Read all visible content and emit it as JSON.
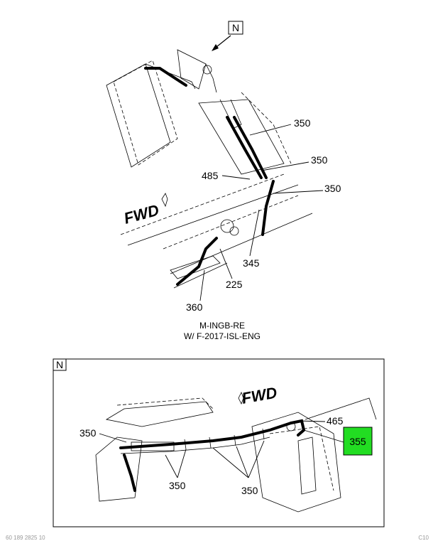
{
  "top_view": {
    "north_label": "N",
    "fwd_label": "FWD",
    "callouts": [
      "350",
      "350",
      "350",
      "485",
      "345",
      "225",
      "360"
    ],
    "caption_line1": "M-INGB-RE",
    "caption_line2": "W/ F-2017-ISL-ENG"
  },
  "bottom_view": {
    "north_label": "N",
    "fwd_label": "FWD",
    "callouts": [
      "350",
      "350",
      "350",
      "465",
      "355"
    ],
    "highlight_color": "#22dd22",
    "highlighted_callout": "355"
  },
  "footer": {
    "left": "60 189 2825 10",
    "right": "C10"
  }
}
